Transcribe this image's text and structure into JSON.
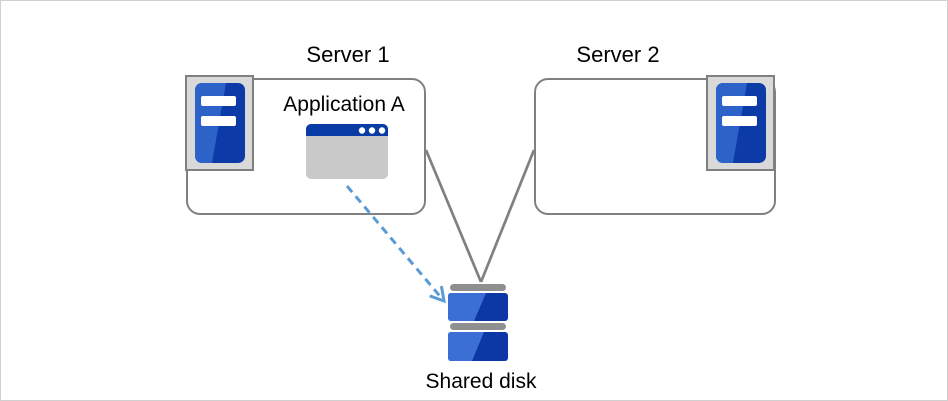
{
  "diagram": {
    "server1": {
      "title": "Server 1",
      "app_label": "Application A"
    },
    "server2": {
      "title": "Server 2"
    },
    "shared_disk": {
      "label": "Shared disk"
    },
    "icons": {
      "server1": "server-tower-icon",
      "server2": "server-tower-icon",
      "application": "application-window-icon",
      "storage": "shared-disk-icon",
      "connection": "dashed-arrow-icon"
    },
    "colors": {
      "canvas_border": "#d0d0d0",
      "box_border": "#808080",
      "connector_line": "#808080",
      "icon_frame_bg": "#d9d9d9",
      "server_blue_dark": "#0c3aa6",
      "server_blue_light": "#2d62c8",
      "window_titlebar_blue": "#0a3ca6",
      "window_body_gray": "#c9c9c9",
      "disk_blue_dark": "#0b38a5",
      "disk_blue_light": "#3b6fd5",
      "disk_bar_gray": "#8f8f8f",
      "arrow_blue": "#5b9bd5",
      "text_color": "#000000"
    }
  }
}
